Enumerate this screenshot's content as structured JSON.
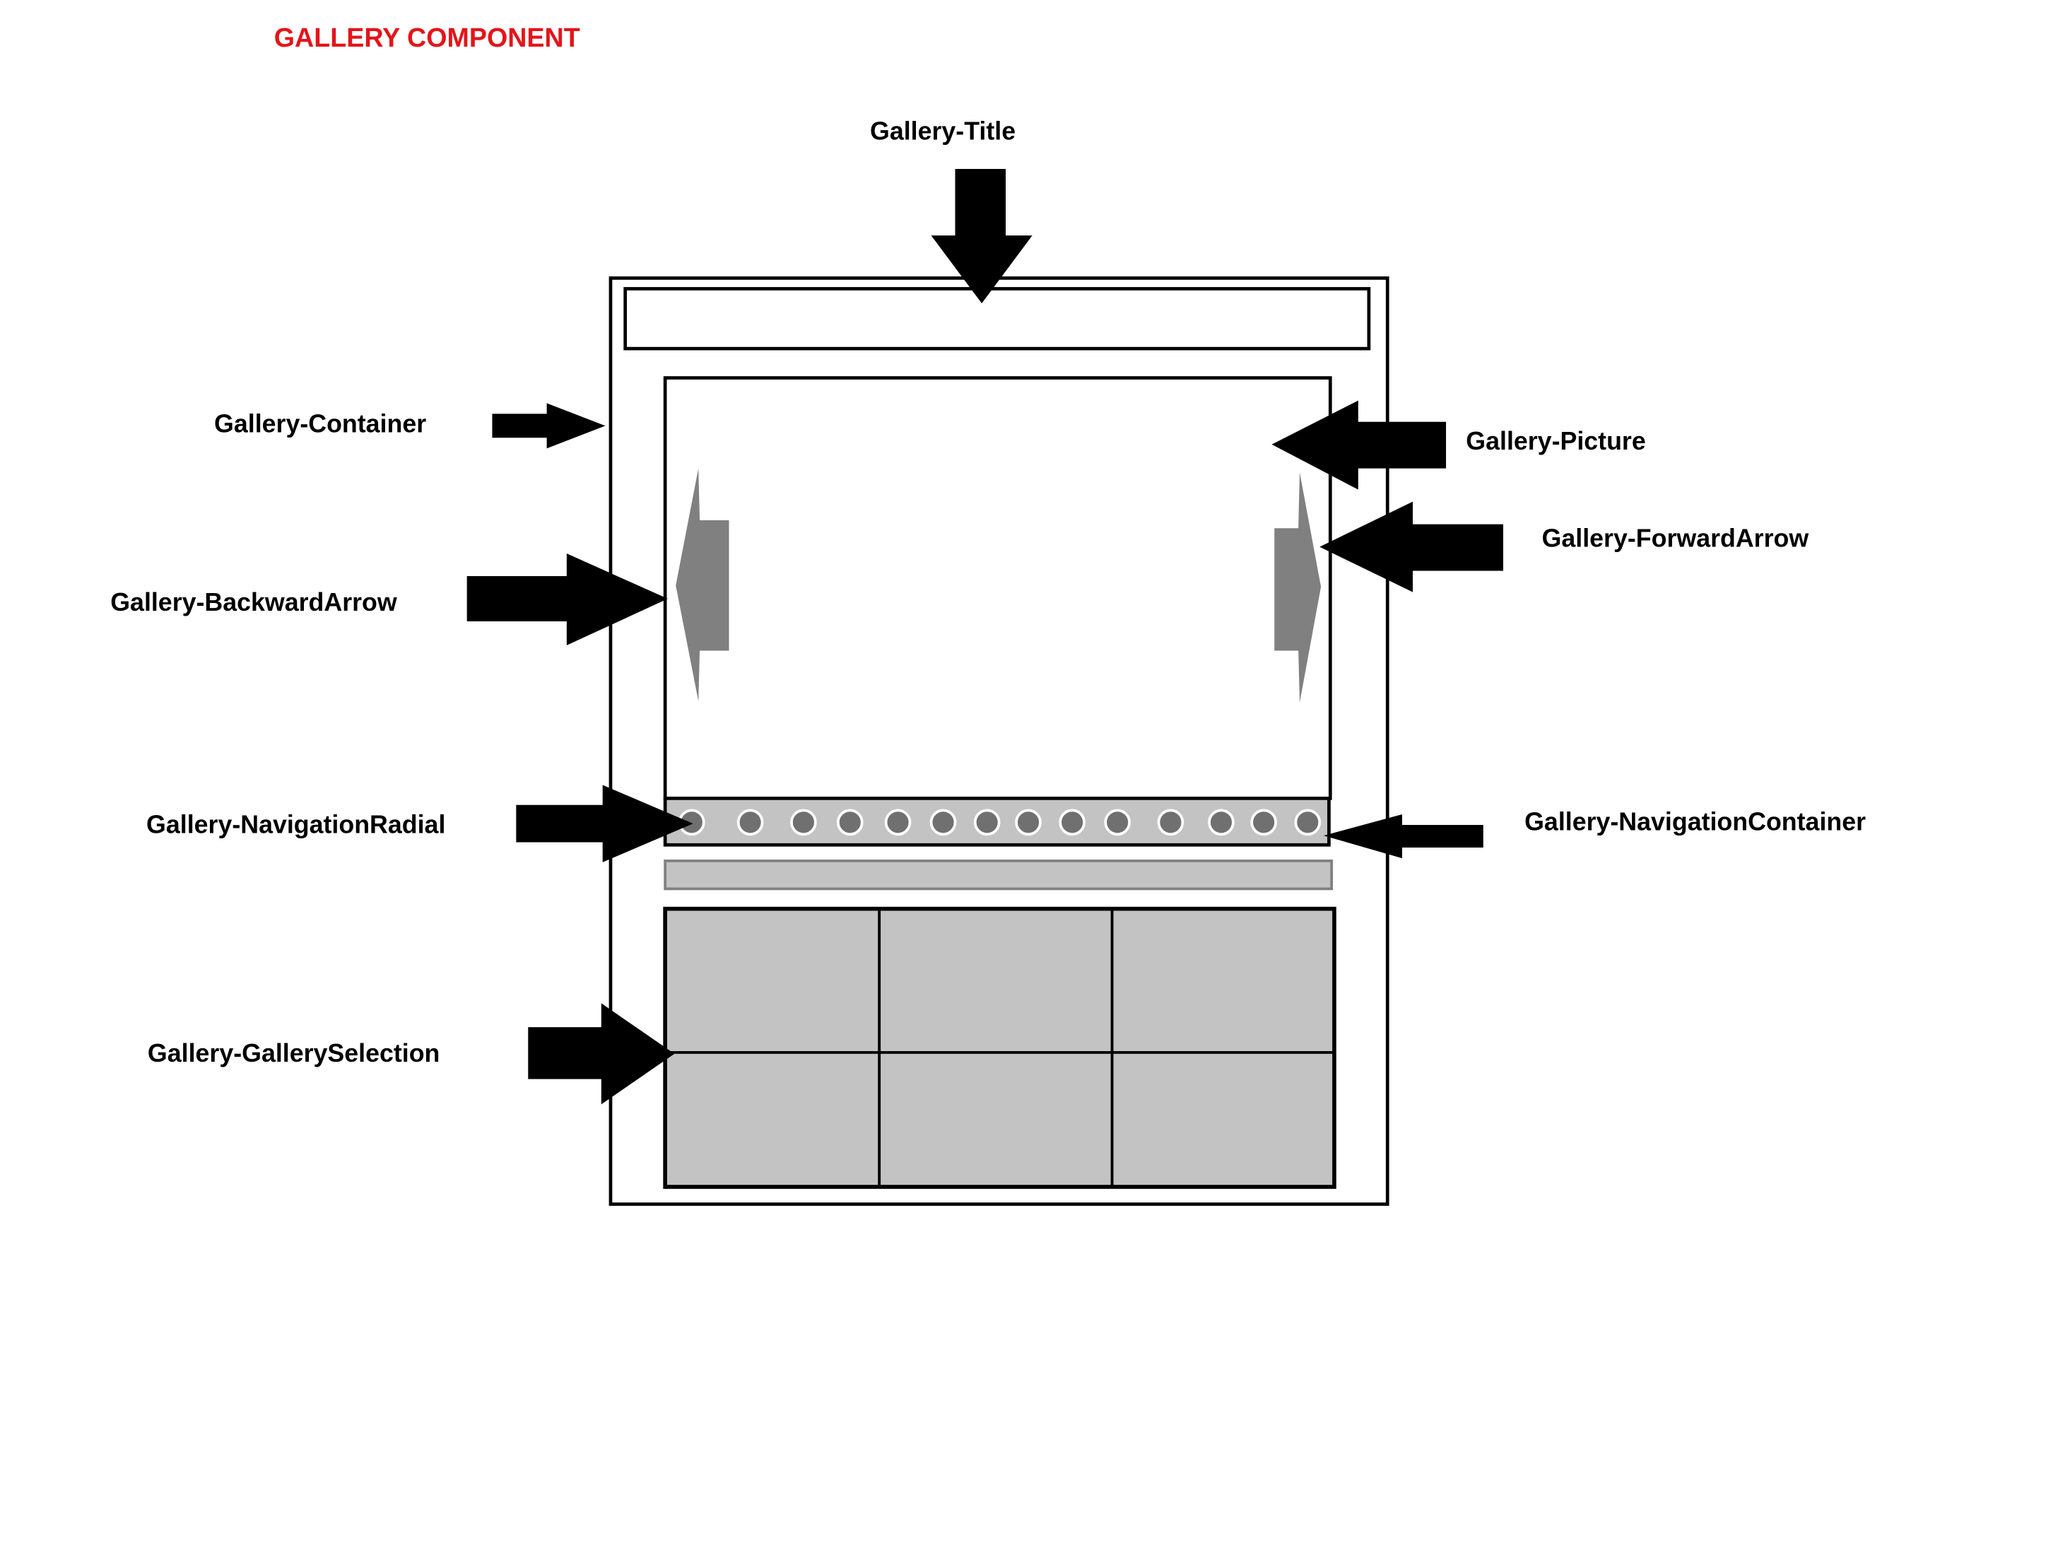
{
  "heading": {
    "text": "GALLERY COMPONENT",
    "color": "#e3151a"
  },
  "labels": {
    "title": "Gallery-Title",
    "container": "Gallery-Container",
    "picture": "Gallery-Picture",
    "forward_arrow": "Gallery-ForwardArrow",
    "backward_arrow": "Gallery-BackwardArrow",
    "navigation_radial": "Gallery-NavigationRadial",
    "navigation_container": "Gallery-NavigationContainer",
    "gallery_selection": "Gallery-GallerySelection"
  },
  "navigation": {
    "radial_count": 14
  },
  "selection_grid": {
    "rows": 2,
    "columns": 3
  },
  "colors": {
    "outline": "#000000",
    "arrow_gray": "#808080",
    "fill_gray": "#c3c3c3",
    "radial_fill": "#707070"
  },
  "icons": {
    "pointer": "black-arrow-icon",
    "backward": "backward-arrow-icon",
    "forward": "forward-arrow-icon"
  }
}
